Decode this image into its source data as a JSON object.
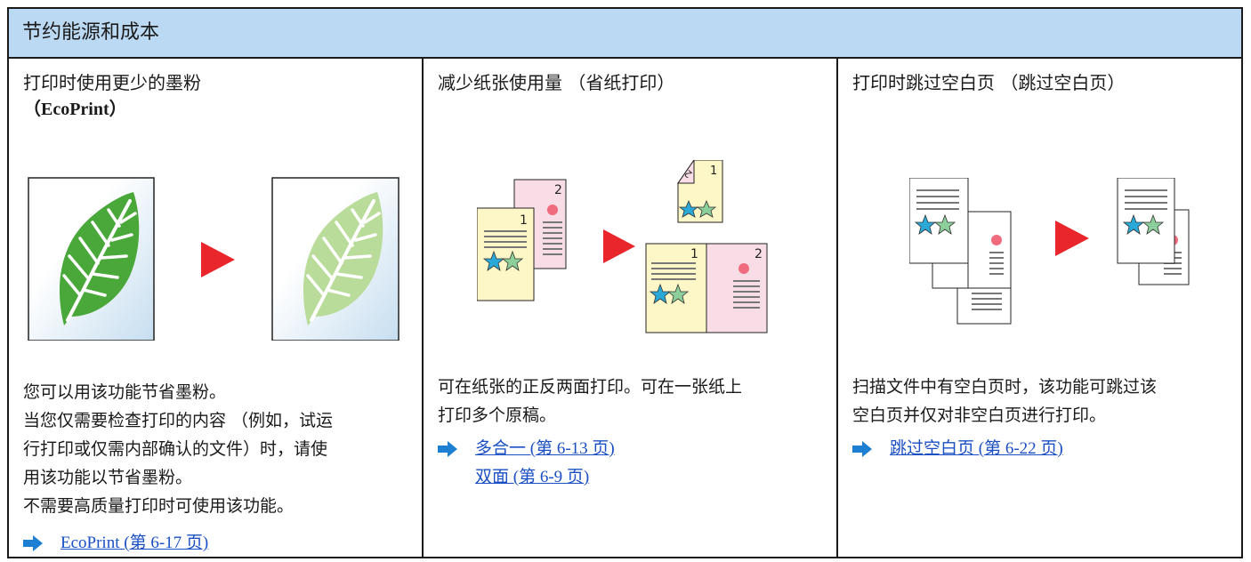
{
  "header": {
    "title": "节约能源和成本"
  },
  "colors": {
    "header_bg": "#bcd9f3",
    "link": "#1a4fc4",
    "arrow_red": "#e8262b",
    "arrow_blue": "#1d7fd1"
  },
  "columns": [
    {
      "title": "打印时使用更少的墨粉",
      "title_sub": "（EcoPrint）",
      "paragraphs": [
        "您可以用该功能节省墨粉。",
        "当您仅需要检查打印的内容 （例如，试运",
        "行打印或仅需内部确认的文件）时，请使",
        "用该功能以节省墨粉。",
        "不需要高质量打印时可使用该功能。"
      ],
      "links": [
        "EcoPrint (第 6-17 页)"
      ]
    },
    {
      "title": "减少纸张使用量 （省纸打印）",
      "paragraphs": [
        "可在纸张的正反两面打印。可在一张纸上",
        "打印多个原稿。"
      ],
      "links": [
        "多合一 (第 6-13 页)",
        "双面 (第 6-9 页)"
      ]
    },
    {
      "title": "打印时跳过空白页 （跳过空白页）",
      "paragraphs": [
        "扫描文件中有空白页时，该功能可跳过该",
        "空白页并仅对非空白页进行打印。"
      ],
      "links": [
        "跳过空白页 (第 6-22 页)"
      ]
    }
  ],
  "illustration_labels": {
    "page1": "1",
    "page2": "2"
  }
}
